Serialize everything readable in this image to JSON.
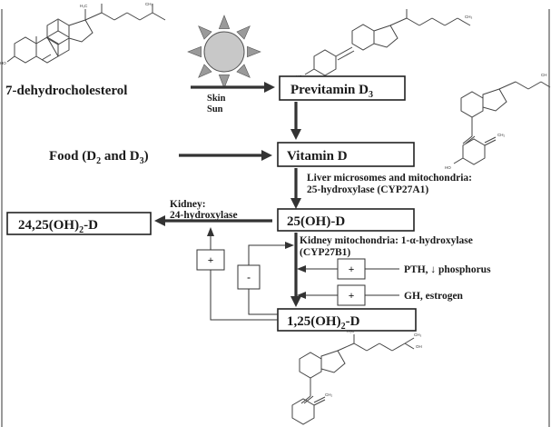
{
  "nodes": {
    "dehydro": "7-dehydrocholesterol",
    "previtamin": "Previtamin D",
    "previtamin_sub": "3",
    "vitamind": "Vitamin D",
    "oh25": "25(OH)-D",
    "oh2425_a": "24,25(OH)",
    "oh2425_sub": "2",
    "oh2425_b": "-D",
    "oh125_a": "1,25(OH)",
    "oh125_sub": "2",
    "oh125_b": "-D"
  },
  "food": {
    "a": "Food (D",
    "sub1": "2",
    "b": " and D",
    "sub2": "3",
    "c": ")"
  },
  "labels": {
    "skin": "Skin",
    "sun": "Sun",
    "liver1": "Liver microsomes and mitochondria:",
    "liver2": "25-hydroxylase (CYP27A1)",
    "kidney1": "Kidney:",
    "kidney2": "24-hydroxylase",
    "kmito1": "Kidney mitochondria: 1-α-hydroxylase",
    "kmito2": "(CYP27B1)",
    "pth": "PTH, ↓ phosphorus",
    "gh": "GH, estrogen"
  },
  "signs": {
    "plus": "+",
    "minus": "-"
  },
  "molecule_labels": {
    "h3c": "H₃C",
    "ch3": "CH₃",
    "ho": "HO",
    "ch2": "CH₂",
    "oh": "OH",
    "ch": "CH"
  },
  "colors": {
    "line": "#333333",
    "sun_fill": "#c8c8c8",
    "ray_fill": "#9a9a9a"
  }
}
